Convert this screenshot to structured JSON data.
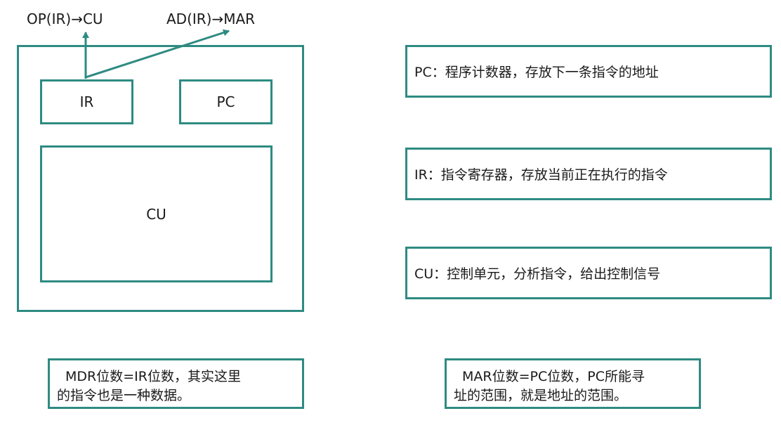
{
  "diagram": {
    "flows": {
      "op_flow": "OP(IR)→CU",
      "ad_flow": "AD(IR)→MAR"
    },
    "cpu": {
      "ir_label": "IR",
      "pc_label": "PC",
      "cu_label": "CU"
    },
    "descriptions": {
      "pc": "PC：程序计数器，存放下一条指令的地址",
      "ir": "IR：指令寄存器，存放当前正在执行的指令",
      "cu": "CU：控制单元，分析指令，给出控制信号"
    },
    "notes": {
      "mdr_line1": "MDR位数=IR位数，其实这里",
      "mdr_line2": "的指令也是一种数据。",
      "mar_line1": "MAR位数=PC位数，PC所能寻",
      "mar_line2": "址的范围，就是地址的范围。"
    },
    "colors": {
      "border": "#2e8b82",
      "text": "#1a1a1a",
      "background": "#ffffff"
    }
  }
}
